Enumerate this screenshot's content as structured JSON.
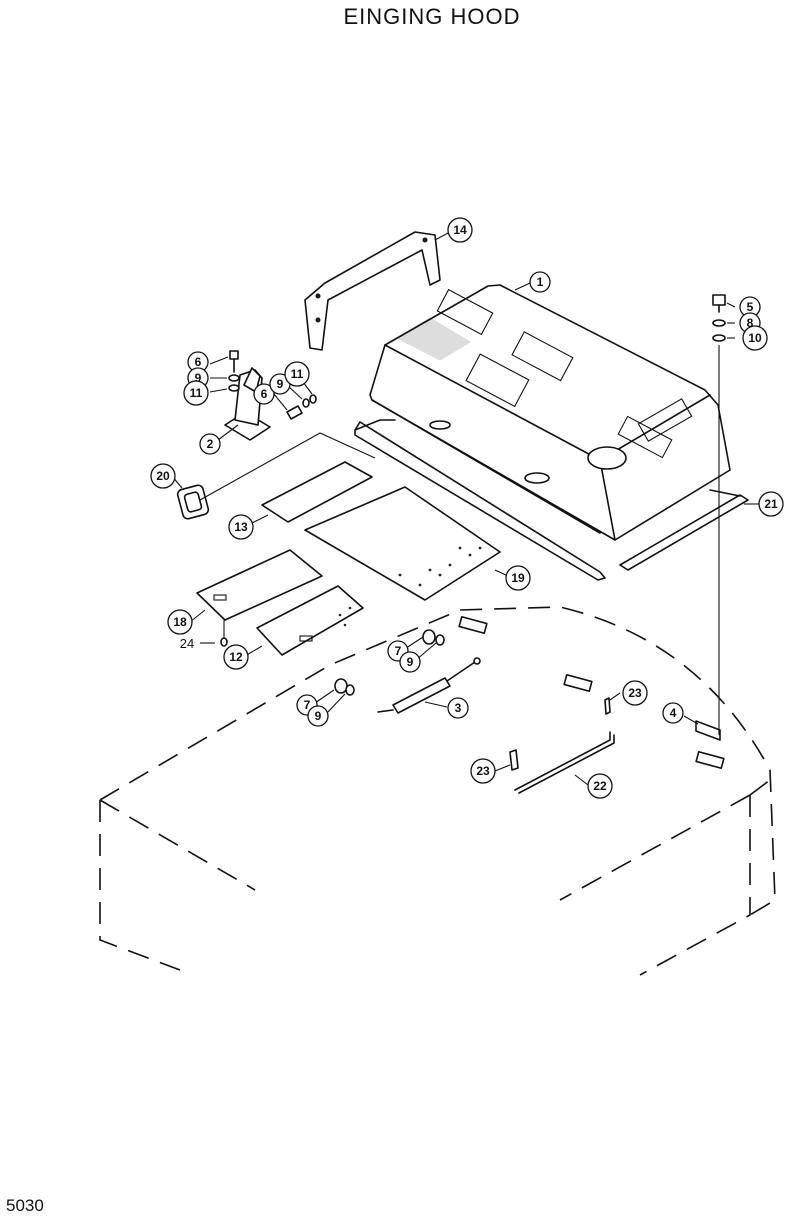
{
  "title": "EINGING  HOOD",
  "page_number": "5030",
  "callouts": [
    "1",
    "2",
    "3",
    "4",
    "5",
    "6",
    "6",
    "7",
    "7",
    "8",
    "9",
    "9",
    "9",
    "9",
    "10",
    "11",
    "11",
    "12",
    "13",
    "14",
    "18",
    "19",
    "20",
    "21",
    "22",
    "23",
    "23",
    "24"
  ]
}
